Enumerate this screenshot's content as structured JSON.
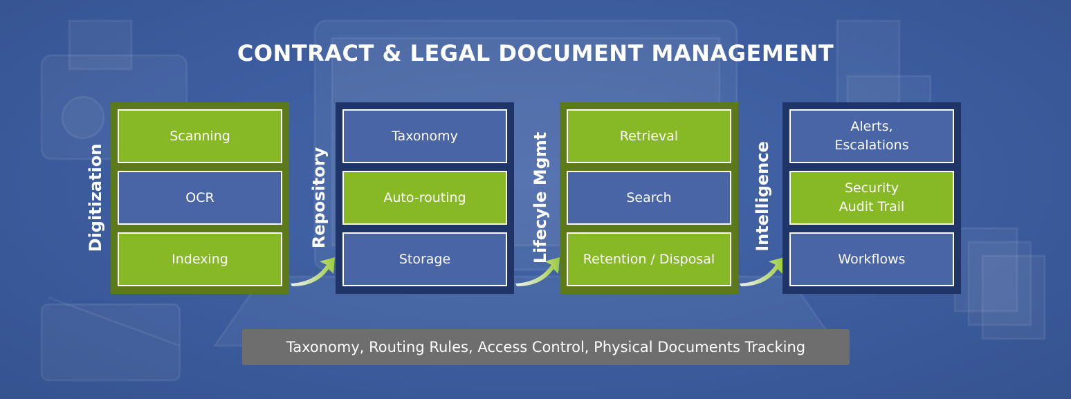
{
  "title": "CONTRACT & LEGAL DOCUMENT MANAGEMENT",
  "colors": {
    "background": "#3c5c9e",
    "green_cell": "#86b925",
    "blue_cell": "#4a65a6",
    "green_frame": "#5c7a1a",
    "navy_frame": "#1f3568",
    "footer_bar": "#6e6e6e",
    "text": "#ffffff"
  },
  "stages": [
    {
      "label": "Digitization",
      "frame": "green",
      "items": [
        {
          "text": "Scanning",
          "color": "green"
        },
        {
          "text": "OCR",
          "color": "blue"
        },
        {
          "text": "Indexing",
          "color": "green"
        }
      ]
    },
    {
      "label": "Repository",
      "frame": "navy",
      "items": [
        {
          "text": "Taxonomy",
          "color": "blue"
        },
        {
          "text": "Auto-routing",
          "color": "green"
        },
        {
          "text": "Storage",
          "color": "blue"
        }
      ]
    },
    {
      "label": "Lifecyle Mgmt",
      "frame": "green",
      "items": [
        {
          "text": "Retrieval",
          "color": "green"
        },
        {
          "text": "Search",
          "color": "blue"
        },
        {
          "text": "Retention / Disposal",
          "color": "green"
        }
      ]
    },
    {
      "label": "Intelligence",
      "frame": "navy",
      "items": [
        {
          "text": "Alerts,\nEscalations",
          "color": "blue"
        },
        {
          "text": "Security\nAudit Trail",
          "color": "green"
        },
        {
          "text": "Workflows",
          "color": "blue"
        }
      ]
    }
  ],
  "footer": "Taxonomy, Routing Rules, Access Control, Physical Documents Tracking",
  "icons": {
    "connector": "curved-arrow-icon"
  }
}
